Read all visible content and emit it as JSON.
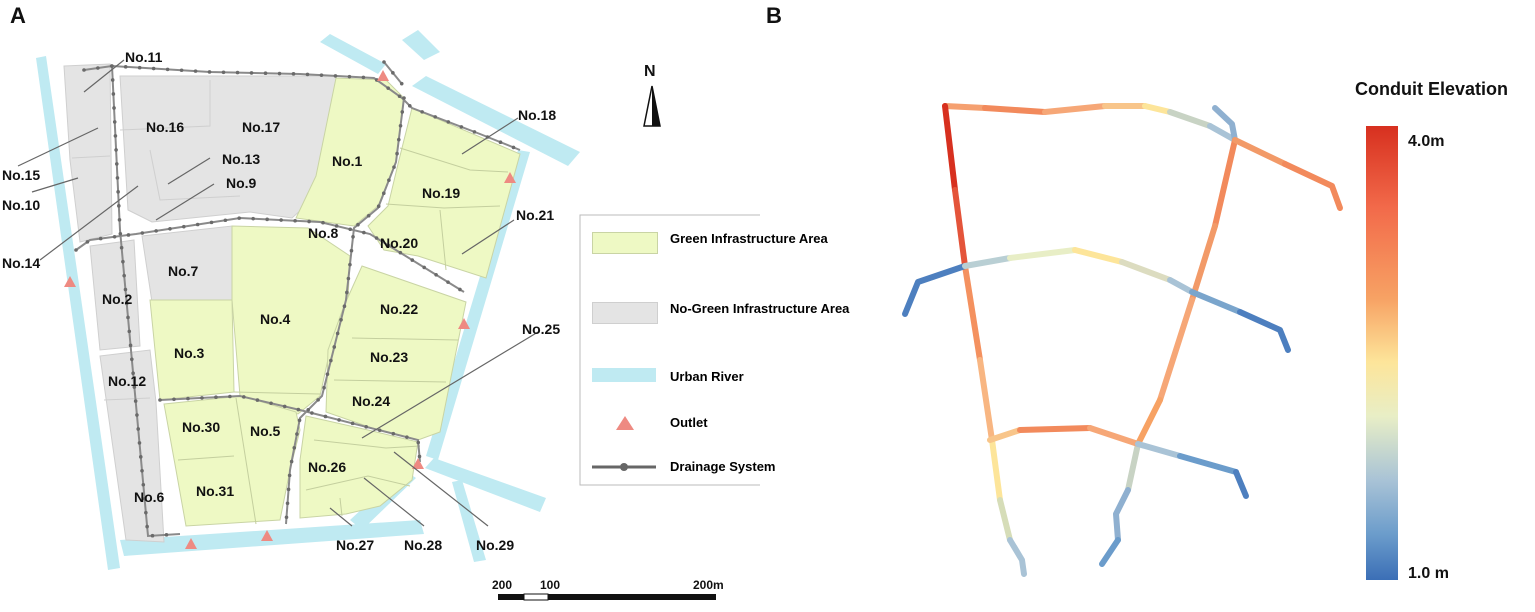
{
  "panel_a": {
    "letter": "A",
    "north": "N",
    "labels": {
      "n1": "No.1",
      "n2": "No.2",
      "n3": "No.3",
      "n4": "No.4",
      "n5": "No.5",
      "n6": "No.6",
      "n7": "No.7",
      "n8": "No.8",
      "n9": "No.9",
      "n10": "No.10",
      "n11": "No.11",
      "n12": "No.12",
      "n13": "No.13",
      "n14": "No.14",
      "n15": "No.15",
      "n16": "No.16",
      "n17": "No.17",
      "n18": "No.18",
      "n19": "No.19",
      "n20": "No.20",
      "n21": "No.21",
      "n22": "No.22",
      "n23": "No.23",
      "n24": "No.24",
      "n25": "No.25",
      "n26": "No.26",
      "n27": "No.27",
      "n28": "No.28",
      "n29": "No.29",
      "n30": "No.30",
      "n31": "No.31"
    },
    "legend": {
      "green": "Green Infrastructure Area",
      "nogreen": "No-Green Infrastructure Area",
      "river": "Urban River",
      "outlet": "Outlet",
      "drainage": "Drainage System"
    },
    "scalebar": {
      "t0": "200",
      "t1": "100",
      "t2": "200m"
    },
    "colors": {
      "green": "#eef9c4",
      "nogreen": "#e4e4e4",
      "river": "#bfeaf2",
      "outlet": "#ee8a82",
      "drainage": "#8a8a8a"
    }
  },
  "panel_b": {
    "letter": "B",
    "colorbar": {
      "title": "Conduit Elevation",
      "max_label": "4.0m",
      "min_label": "1.0 m",
      "max": 4.0,
      "min": 1.0,
      "colors": [
        "#d7301f",
        "#f26a4a",
        "#f7a264",
        "#fde59a",
        "#e8eec6",
        "#a9c3d6",
        "#6b9ccb",
        "#3b6fb6"
      ]
    }
  }
}
